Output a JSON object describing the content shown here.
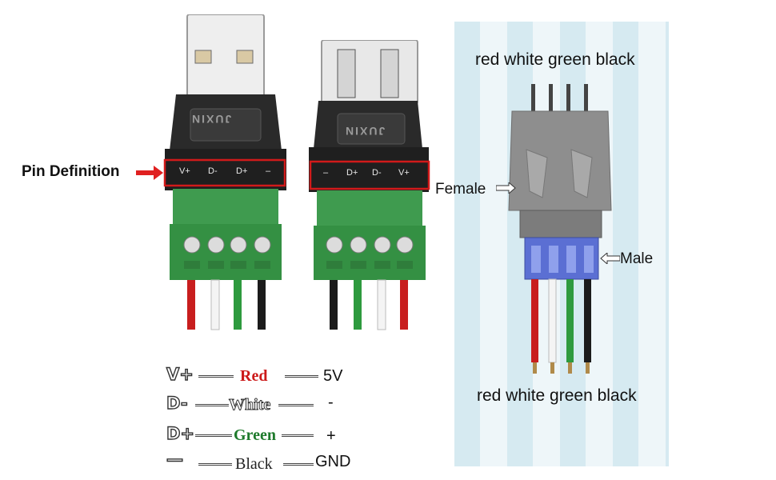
{
  "callouts": {
    "pin_definition": "Pin Definition",
    "female": "Female",
    "male": "Male",
    "top_caption": "red white green black",
    "bottom_caption": "red white green black"
  },
  "male_plug": {
    "brand": "JUXIN",
    "pins": [
      "V+",
      "D-",
      "D+",
      "–"
    ]
  },
  "female_plug": {
    "brand": "JUXIN",
    "pins": [
      "–",
      "D+",
      "D-",
      "V+"
    ]
  },
  "legend": [
    {
      "symbol": "V+",
      "color": "Red",
      "value": "5V",
      "hex": "#cc1a1a"
    },
    {
      "symbol": "D-",
      "color": "White",
      "value": "-",
      "hex": "#ffffff"
    },
    {
      "symbol": "D+",
      "color": "Green",
      "value": "+",
      "hex": "#1e7a2c"
    },
    {
      "symbol": "—",
      "color": "Black",
      "value": "GND",
      "hex": "#222222"
    }
  ],
  "colors": {
    "red_wire": "#c81e1e",
    "white_wire": "#f4f4f4",
    "green_wire": "#2e9a3e",
    "black_wire": "#1b1b1b",
    "terminal_green": "#3f9b4f",
    "highlight": "#d11a1a",
    "panel_stripe": "#d6eaf1"
  }
}
